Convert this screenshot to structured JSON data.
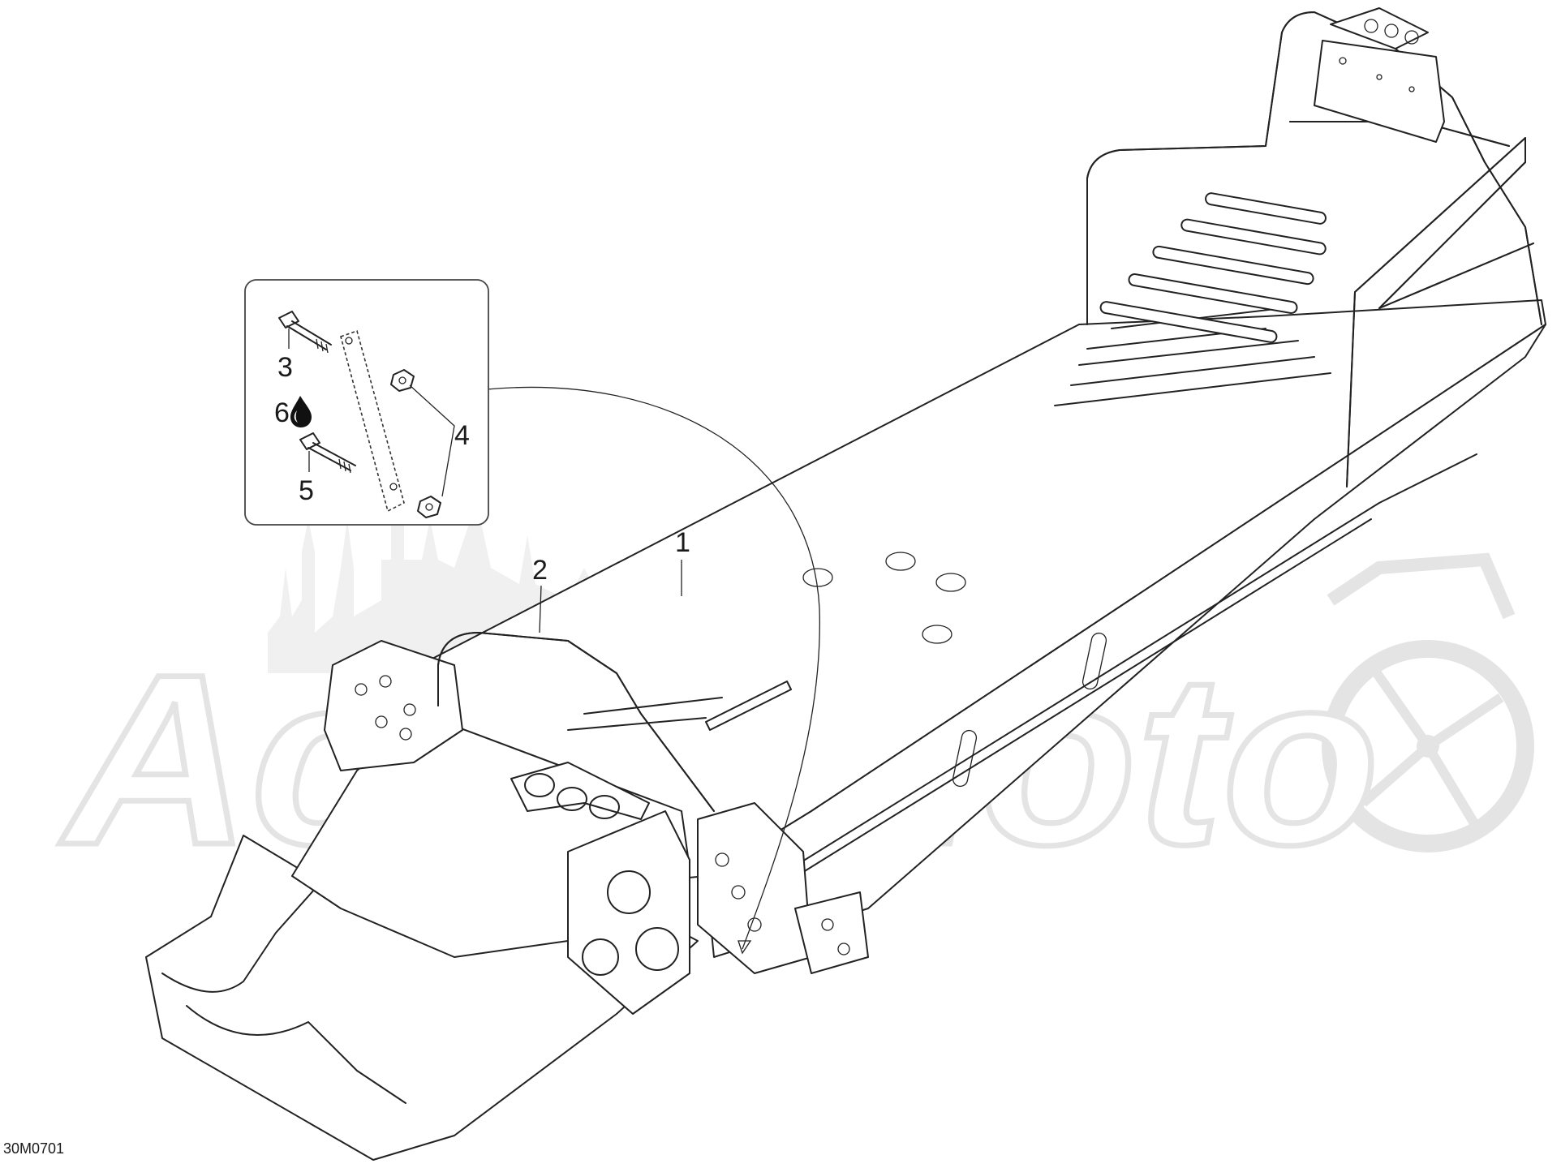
{
  "drawing_code": "30M0701",
  "watermark": {
    "text": "AcmeMoto",
    "color": "#e2e2e2"
  },
  "callouts": [
    {
      "id": "1",
      "text": "1"
    },
    {
      "id": "2",
      "text": "2"
    },
    {
      "id": "3",
      "text": "3"
    },
    {
      "id": "4",
      "text": "4"
    },
    {
      "id": "5",
      "text": "5"
    },
    {
      "id": "6",
      "text": "6",
      "icon": "oil-drop-icon"
    }
  ],
  "colors": {
    "line": "#222222",
    "background": "#ffffff"
  }
}
